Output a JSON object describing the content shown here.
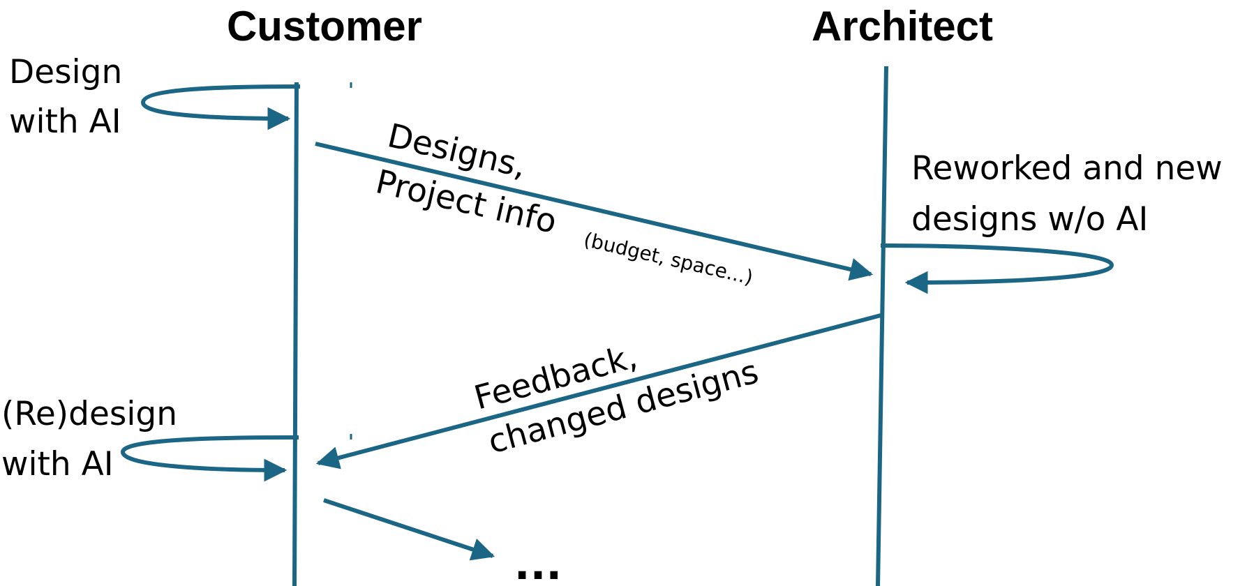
{
  "colors": {
    "line": "#1b6585",
    "text": "#000000"
  },
  "actors": {
    "customer": "Customer",
    "architect": "Architect"
  },
  "labels": {
    "design_with_ai_1": "Design",
    "design_with_ai_2": "with AI",
    "designs_1": "Designs,",
    "designs_2": "Project info",
    "designs_3": "(budget, space...)",
    "reworked_1": "Reworked and new",
    "reworked_2": "designs w/o AI",
    "feedback_1": "Feedback,",
    "feedback_2": "changed designs",
    "redesign_1": "(Re)design",
    "redesign_2": "with AI",
    "ellipsis": "..."
  }
}
